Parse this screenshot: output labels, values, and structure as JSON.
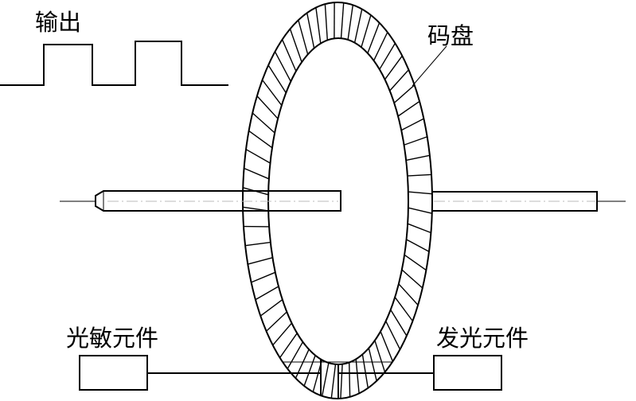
{
  "labels": {
    "output": "输出",
    "disk": "码盘",
    "photo_element": "光敏元件",
    "light_element": "发光元件"
  }
}
